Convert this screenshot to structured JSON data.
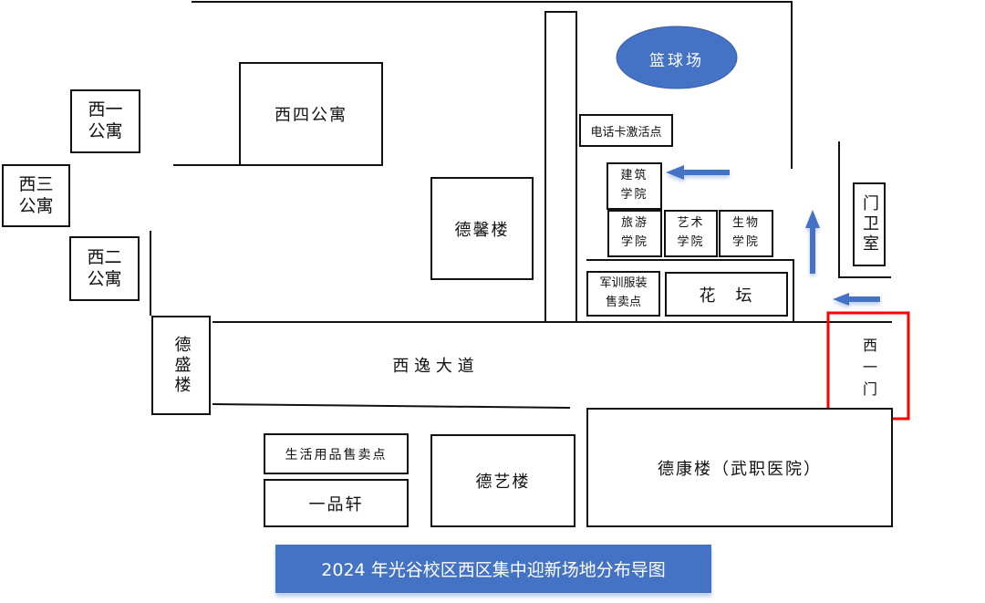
{
  "colors": {
    "accent": "#4472c4",
    "highlight": "#ff0000"
  },
  "buildings": {
    "xi_yi": "西一公寓",
    "xi_san": "西三公寓",
    "xi_er": "西二公寓",
    "xi_si": "西四公寓",
    "de_xin": "德馨楼",
    "de_sheng": "德盛楼",
    "basketball": "篮球场",
    "phone_card": "电话卡激活点",
    "jianzhu": "建筑学院",
    "lvyou": "旅游学院",
    "yishu": "艺术学院",
    "shengwu": "生物学院",
    "junxun": "军训服装售卖点",
    "huatan": "花　坛",
    "menwei": "门卫室",
    "gate": "西一门",
    "road": "西 逸 大 道",
    "shenghuo": "生活用品售卖点",
    "yipinxuan": "一品轩",
    "de_yi": "德艺楼",
    "de_kang": "德康楼（武职医院）"
  },
  "title": "2024 年光谷校区西区集中迎新场地分布导图"
}
